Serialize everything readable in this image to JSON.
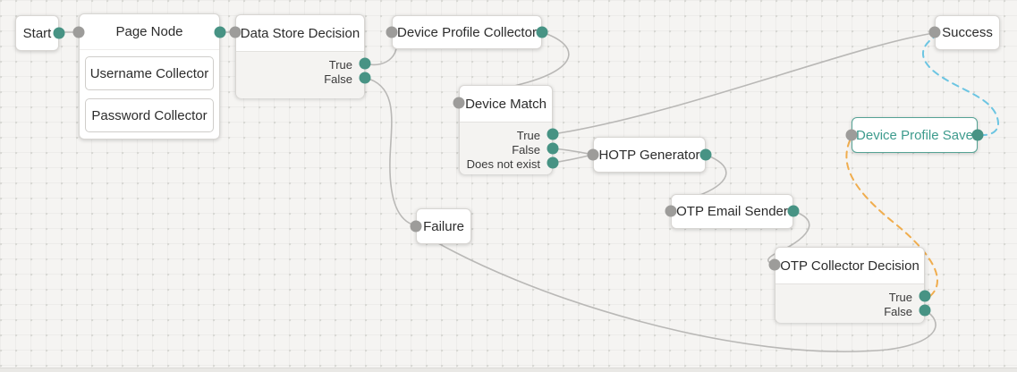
{
  "app": {
    "name": "authentication-tree-canvas"
  },
  "colors": {
    "canvas_bg": "#f5f4f2",
    "grid_mark": "#d8d8d4",
    "node_border": "#d8d6d3",
    "teal_port": "#479384",
    "gray_port": "#9d9c9a",
    "link_gray": "#b9b8b6",
    "link_dashed_blue": "#6cc5e2",
    "link_dashed_orange": "#f0ad4e",
    "teal_node_text": "#3d9b8d"
  },
  "nodes": {
    "start": {
      "label": "Start"
    },
    "page_node": {
      "label": "Page Node",
      "children": [
        {
          "label": "Username Collector"
        },
        {
          "label": "Password Collector"
        }
      ]
    },
    "data_store_decision": {
      "label": "Data Store Decision",
      "outcomes": [
        "True",
        "False"
      ]
    },
    "device_profile_collector": {
      "label": "Device Profile Collector"
    },
    "device_match": {
      "label": "Device Match",
      "outcomes": [
        "True",
        "False",
        "Does not exist"
      ]
    },
    "hotp_generator": {
      "label": "HOTP Generator"
    },
    "otp_email_sender": {
      "label": "OTP Email Sender"
    },
    "otp_collector_decision": {
      "label": "OTP Collector Decision",
      "outcomes": [
        "True",
        "False"
      ]
    },
    "failure": {
      "label": "Failure"
    },
    "success": {
      "label": "Success"
    },
    "device_profile_save": {
      "label": "Device Profile Save"
    }
  },
  "connections": [
    {
      "from": "Start",
      "to": "Page Node",
      "style": "solid"
    },
    {
      "from": "Page Node",
      "to": "Data Store Decision",
      "style": "solid"
    },
    {
      "from": "Data Store Decision:True",
      "to": "Device Profile Collector",
      "style": "solid"
    },
    {
      "from": "Data Store Decision:False",
      "to": "Failure",
      "style": "solid"
    },
    {
      "from": "Device Profile Collector",
      "to": "Device Match",
      "style": "solid"
    },
    {
      "from": "Device Match:True",
      "to": "Success",
      "style": "solid"
    },
    {
      "from": "Device Match:False",
      "to": "HOTP Generator",
      "style": "solid"
    },
    {
      "from": "Device Match:Does not exist",
      "to": "HOTP Generator",
      "style": "solid"
    },
    {
      "from": "HOTP Generator",
      "to": "OTP Email Sender",
      "style": "solid"
    },
    {
      "from": "OTP Email Sender",
      "to": "OTP Collector Decision",
      "style": "solid"
    },
    {
      "from": "OTP Collector Decision:False",
      "to": "Failure",
      "style": "solid"
    },
    {
      "from": "OTP Collector Decision:True",
      "to": "Device Profile Save",
      "style": "dashed-orange"
    },
    {
      "from": "Device Profile Save",
      "to": "Success",
      "style": "dashed-blue"
    }
  ]
}
